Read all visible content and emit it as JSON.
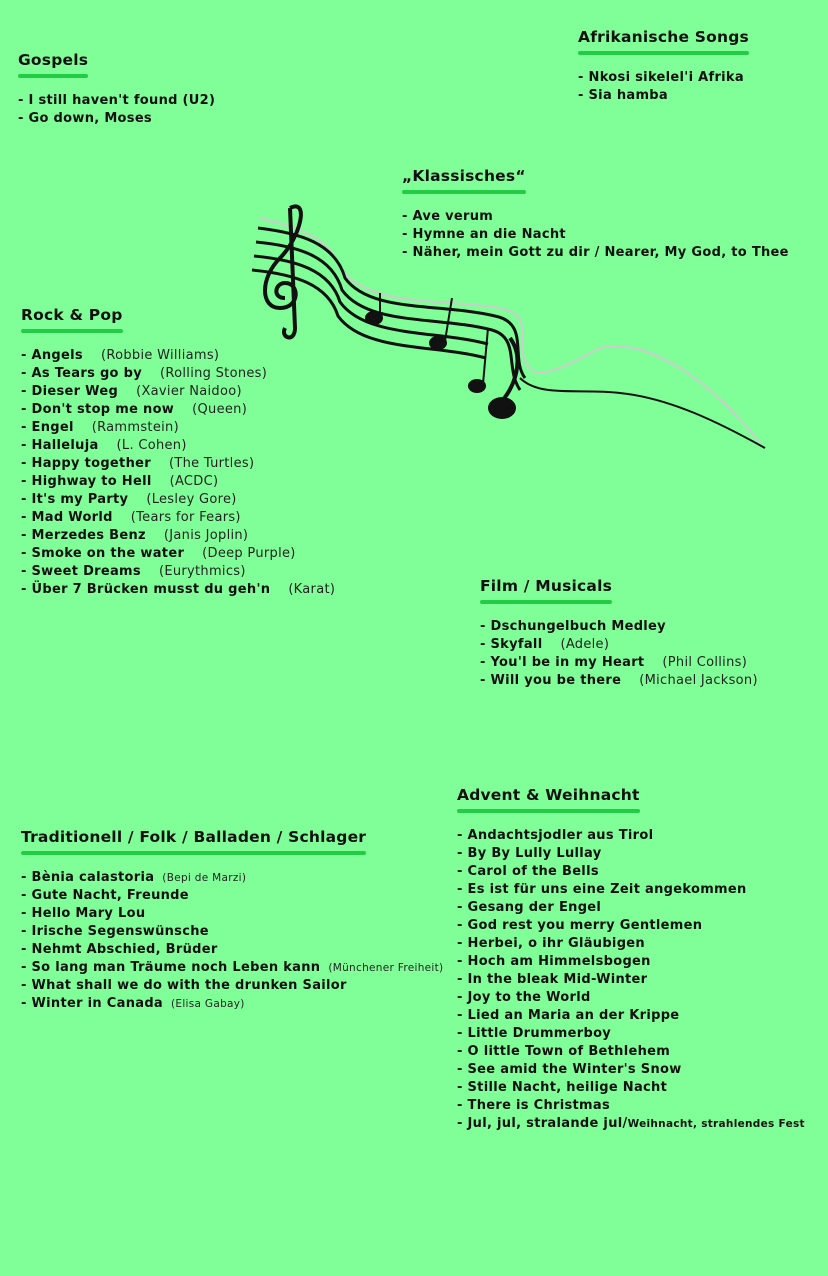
{
  "sections": {
    "gospels": {
      "title": "Gospels",
      "items": [
        {
          "t": "- I still haven't found (U2)"
        },
        {
          "t": "- Go down, Moses"
        }
      ]
    },
    "afrika": {
      "title": "Afrikanische Songs",
      "items": [
        {
          "t": "- Nkosi sikelel'i Afrika"
        },
        {
          "t": "- Sia hamba"
        }
      ]
    },
    "klassik": {
      "title": "„Klassisches“",
      "items": [
        {
          "t": "- Ave verum"
        },
        {
          "t": "- Hymne an die Nacht"
        },
        {
          "t": "- Näher, mein Gott zu dir / Nearer, My God, to Thee"
        }
      ]
    },
    "rock": {
      "title": "Rock & Pop",
      "items": [
        {
          "t": "- Angels",
          "a": "(Robbie Williams)"
        },
        {
          "t": "- As Tears go by",
          "a": "(Rolling Stones)"
        },
        {
          "t": "- Dieser Weg",
          "a": "(Xavier Naidoo)"
        },
        {
          "t": "- Don't stop me now",
          "a": "(Queen)"
        },
        {
          "t": "- Engel",
          "a": "(Rammstein)"
        },
        {
          "t": "- Halleluja",
          "a": "(L. Cohen)"
        },
        {
          "t": "- Happy together",
          "a": "(The Turtles)"
        },
        {
          "t": "- Highway to Hell",
          "a": "(ACDC)"
        },
        {
          "t": "- It's my Party",
          "a": "(Lesley Gore)"
        },
        {
          "t": "- Mad World",
          "a": "(Tears for Fears)"
        },
        {
          "t": "- Merzedes Benz",
          "a": "(Janis Joplin)"
        },
        {
          "t": "- Smoke on the water",
          "a": "(Deep Purple)"
        },
        {
          "t": "- Sweet Dreams",
          "a": "(Eurythmics)"
        },
        {
          "t": "- Über 7 Brücken musst du geh'n",
          "a": "(Karat)"
        }
      ]
    },
    "film": {
      "title": "Film / Musicals",
      "items": [
        {
          "t": "- Dschungelbuch Medley"
        },
        {
          "t": "- Skyfall",
          "a": "(Adele)"
        },
        {
          "t": "- You'l be in my Heart",
          "a": "(Phil Collins)"
        },
        {
          "t": "- Will you be there",
          "a": "(Michael Jackson)"
        }
      ]
    },
    "folk": {
      "title": "Traditionell / Folk / Balladen / Schlager",
      "items": [
        {
          "t": "- Bènia calastoria",
          "s": "(Bepi de Marzi)"
        },
        {
          "t": "- Gute Nacht, Freunde"
        },
        {
          "t": "- Hello Mary Lou"
        },
        {
          "t": "- Irische Segenswünsche"
        },
        {
          "t": "- Nehmt Abschied, Brüder"
        },
        {
          "t": "- So lang man Träume noch Leben kann",
          "s": "(Münchener Freiheit)"
        },
        {
          "t": "- What shall we do with the drunken Sailor"
        },
        {
          "t": "- Winter in Canada",
          "s": "(Elisa Gabay)"
        }
      ]
    },
    "advent": {
      "title": "Advent & Weihnacht",
      "items": [
        {
          "t": "- Andachtsjodler aus Tirol"
        },
        {
          "t": "- By By Lully Lullay"
        },
        {
          "t": "- Carol of the Bells"
        },
        {
          "t": "- Es ist für uns eine Zeit angekommen"
        },
        {
          "t": "- Gesang der Engel"
        },
        {
          "t": "- God rest you merry Gentlemen"
        },
        {
          "t": "- Herbei, o ihr Gläubigen"
        },
        {
          "t": "- Hoch am Himmelsbogen"
        },
        {
          "t": "- In the bleak Mid-Winter"
        },
        {
          "t": "- Joy to the World"
        },
        {
          "t": "- Lied an Maria an der Krippe"
        },
        {
          "t": "- Little Drummerboy"
        },
        {
          "t": "- O little Town of Bethlehem"
        },
        {
          "t": "- See amid the Winter's Snow"
        },
        {
          "t": "- Stille Nacht, heilige Nacht"
        },
        {
          "t": "- There is Christmas"
        },
        {
          "t": "- Jul, jul, stralande jul/",
          "x": "Weihnacht, strahlendes Fest"
        }
      ]
    }
  },
  "colors": {
    "background": "#80ff98",
    "underline": "#22cc44"
  }
}
